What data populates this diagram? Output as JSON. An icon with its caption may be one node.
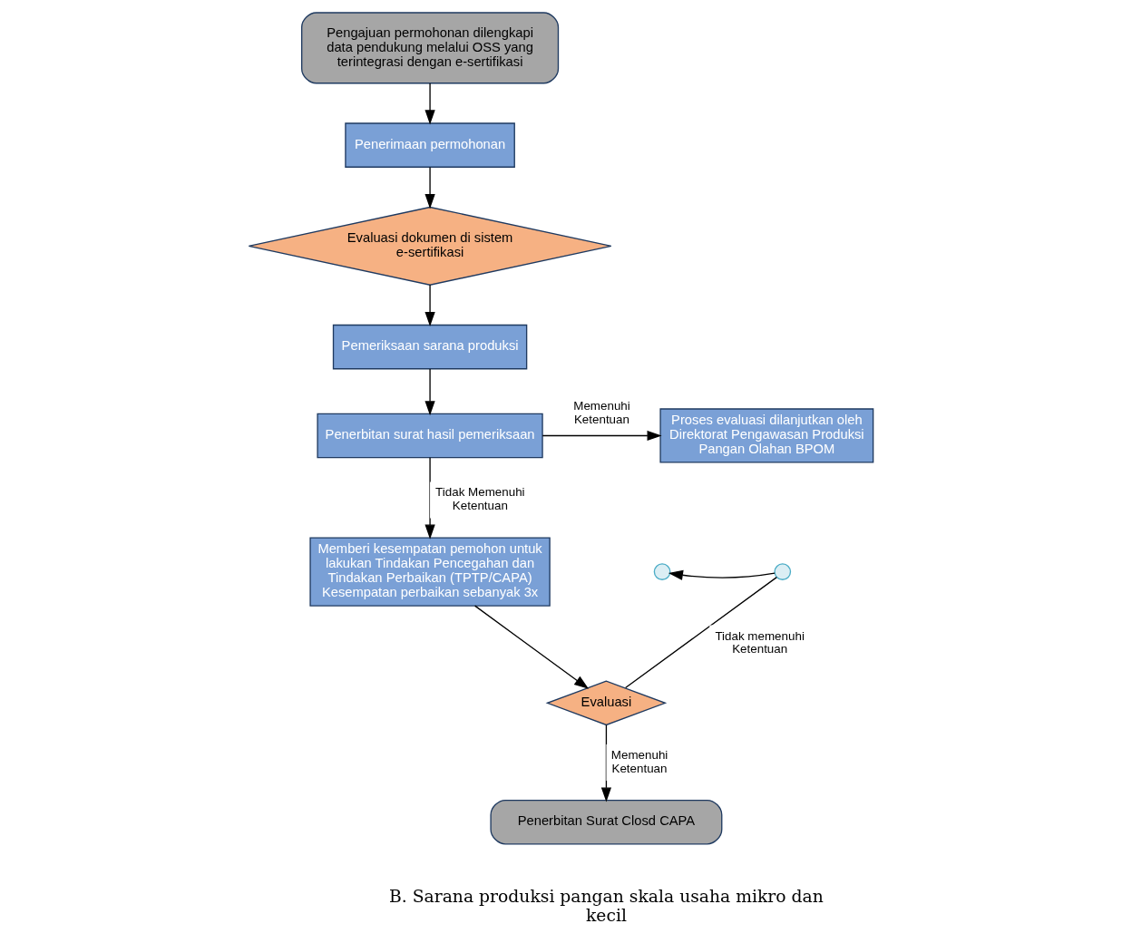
{
  "diagram": {
    "nodes": [
      {
        "text": [
          "Pengajuan permohonan dilengkapi data pendukung melalui OSS yang terintegrasi dengan e-sertifikasi"
        ]
      },
      {
        "text": [
          "Penerimaan permohonan"
        ]
      },
      {
        "text": [
          "Evaluasi dokumen di sistem e-sertifikasi"
        ]
      },
      {
        "text": [
          "Pemeriksaan sarana produksi"
        ]
      },
      {
        "text": [
          "Penerbitan surat hasil pemeriksaan"
        ]
      },
      {
        "text": [
          "Proses evaluasi dilanjutkan oleh Direktorat Pengawasan Produksi Pangan Olahan BPOM"
        ]
      },
      {
        "text": [
          "Memberi kesempatan pemohon untuk lakukan Tindakan Pencegahan dan Tindakan Perbaikan (TPTP/CAPA) Kesempatan perbaikan sebanyak 3x"
        ]
      },
      {
        "text": [],
        "shape": "circle"
      },
      {
        "text": [],
        "shape": "circle"
      },
      {
        "text": [
          "Evaluasi"
        ]
      },
      {
        "text": [
          "Penerbitan Surat Closd CAPA"
        ]
      }
    ],
    "edges": [
      {
        "from": 0,
        "to": 1,
        "arrow": "to"
      },
      {
        "from": 1,
        "to": 2,
        "arrow": "to"
      },
      {
        "from": 2,
        "to": 3,
        "arrow": "to"
      },
      {
        "from": 3,
        "to": 4,
        "arrow": "to"
      },
      {
        "from": 4,
        "to": 5,
        "arrow": "to",
        "label": "Memenuhi Ketentuan"
      },
      {
        "from": 4,
        "to": 6,
        "arrow": "to",
        "label": "Tidak Memenuhi Ketentuan"
      },
      {
        "from": 6,
        "to": 9,
        "arrow": "to"
      },
      {
        "from": 9,
        "to": 8,
        "arrow": "none",
        "label": "Tidak memenuhi Ketentuan"
      },
      {
        "from": 8,
        "to": 7,
        "arrow": "to"
      },
      {
        "from": 9,
        "to": 10,
        "arrow": "to",
        "label": "Memenuhi Ketentuan"
      }
    ],
    "labels": [
      "B. Sarana produksi pangan skala usaha mikro dan kecil"
    ]
  }
}
